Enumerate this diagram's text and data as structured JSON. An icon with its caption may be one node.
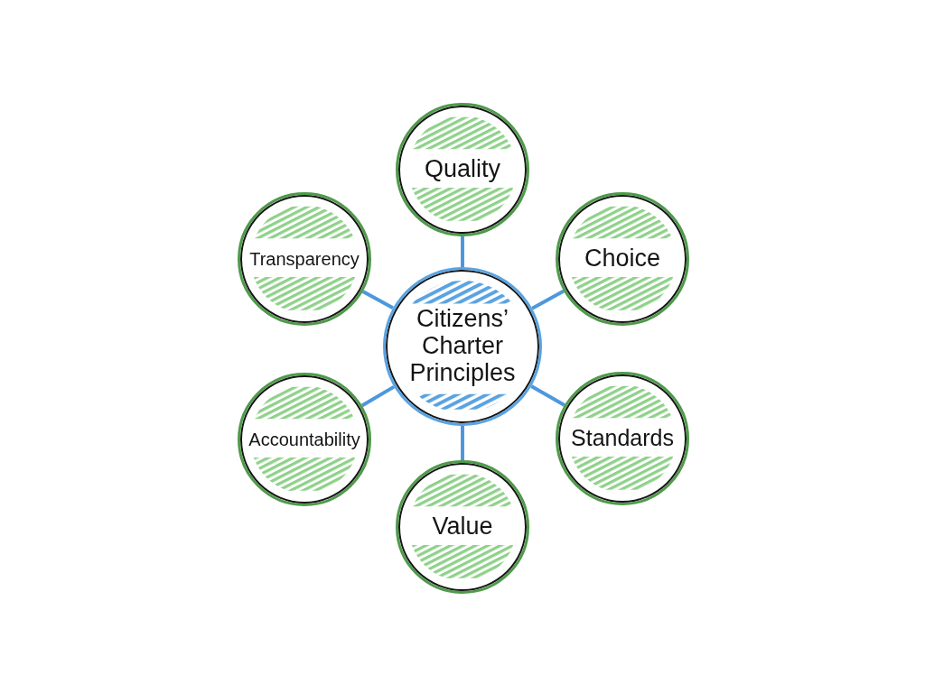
{
  "diagram": {
    "nodes": [
      {
        "text": [
          "Citizens’ Charter Principles"
        ]
      },
      {
        "text": [
          "Quality"
        ]
      },
      {
        "text": [
          "Choice"
        ]
      },
      {
        "text": [
          "Standards"
        ]
      },
      {
        "text": [
          "Value"
        ]
      },
      {
        "text": [
          "Accountability"
        ]
      },
      {
        "text": [
          "Transparency"
        ]
      }
    ],
    "edges": [
      {
        "from": 0,
        "to": 1,
        "arrow": "none"
      },
      {
        "from": 0,
        "to": 2,
        "arrow": "none"
      },
      {
        "from": 0,
        "to": 3,
        "arrow": "none"
      },
      {
        "from": 0,
        "to": 4,
        "arrow": "none"
      },
      {
        "from": 0,
        "to": 5,
        "arrow": "none"
      },
      {
        "from": 0,
        "to": 6,
        "arrow": "none"
      }
    ]
  }
}
